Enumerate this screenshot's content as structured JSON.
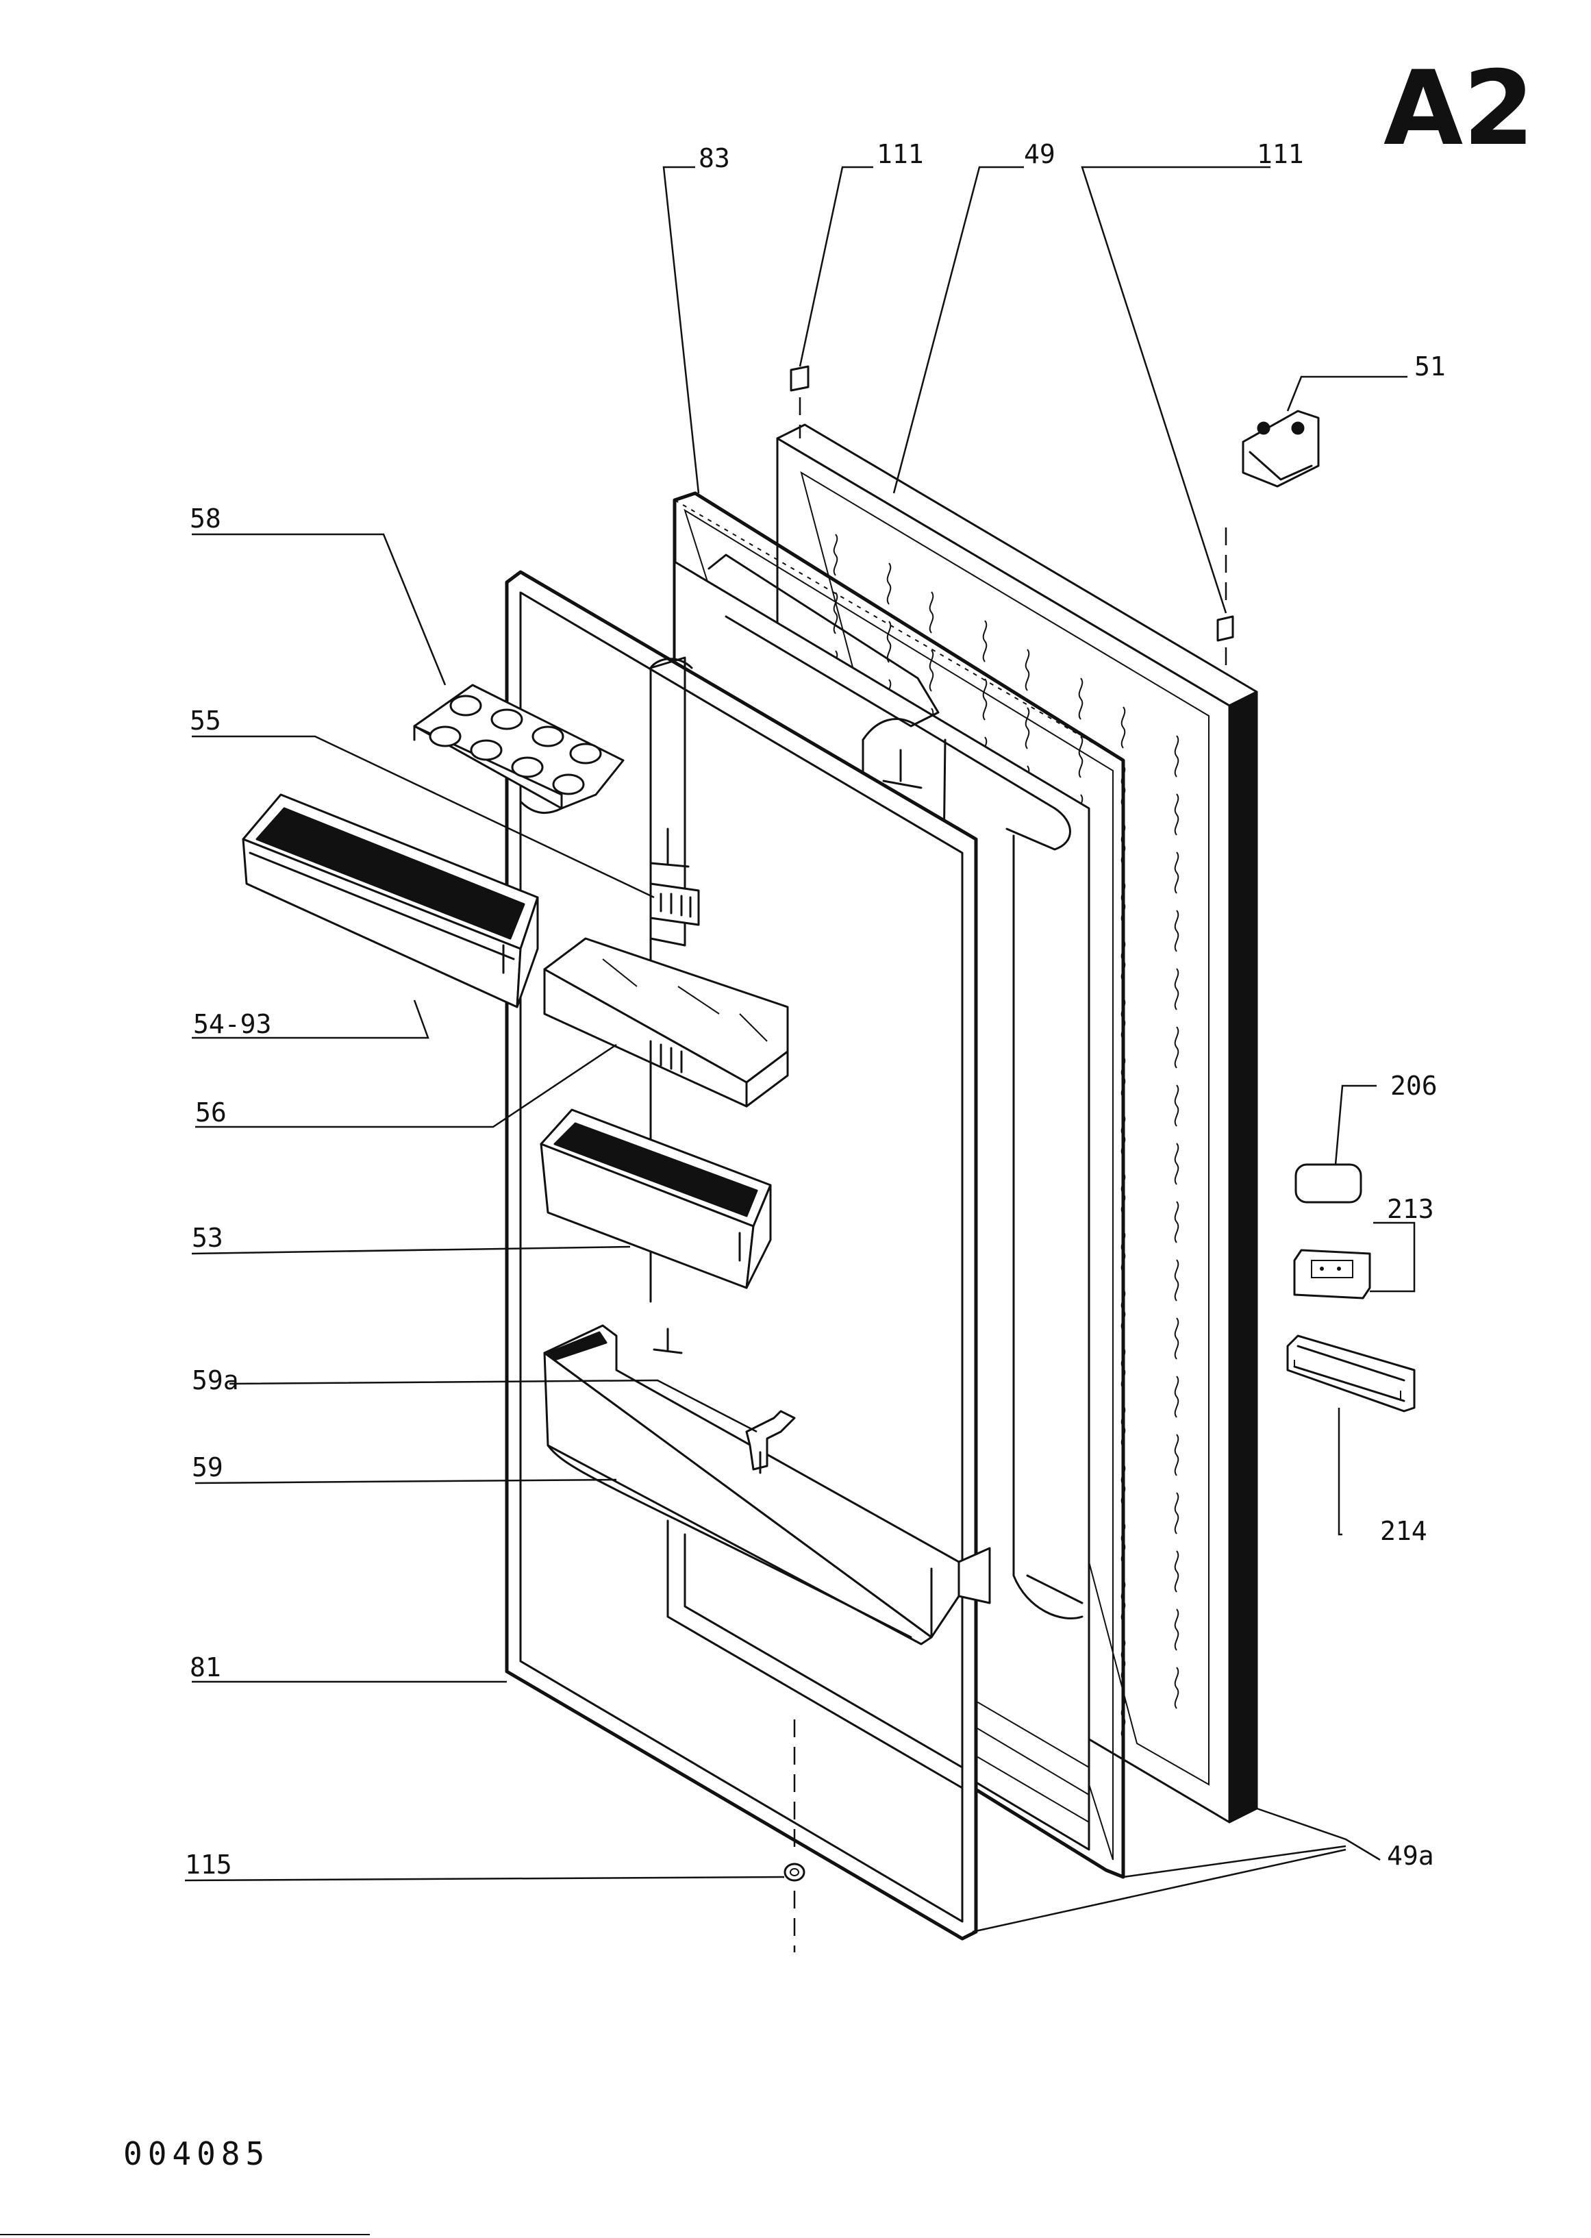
{
  "sheet_label": "A2",
  "document_number": "004085",
  "part_labels": {
    "p83": "83",
    "p111_left": "111",
    "p49": "49",
    "p111_right": "111",
    "p51": "51",
    "p58": "58",
    "p55": "55",
    "p54_93": "54-93",
    "p56": "56",
    "p53": "53",
    "p59a": "59a",
    "p59": "59",
    "p81": "81",
    "p115": "115",
    "p206": "206",
    "p213": "213",
    "p214": "214",
    "p49a": "49a"
  }
}
